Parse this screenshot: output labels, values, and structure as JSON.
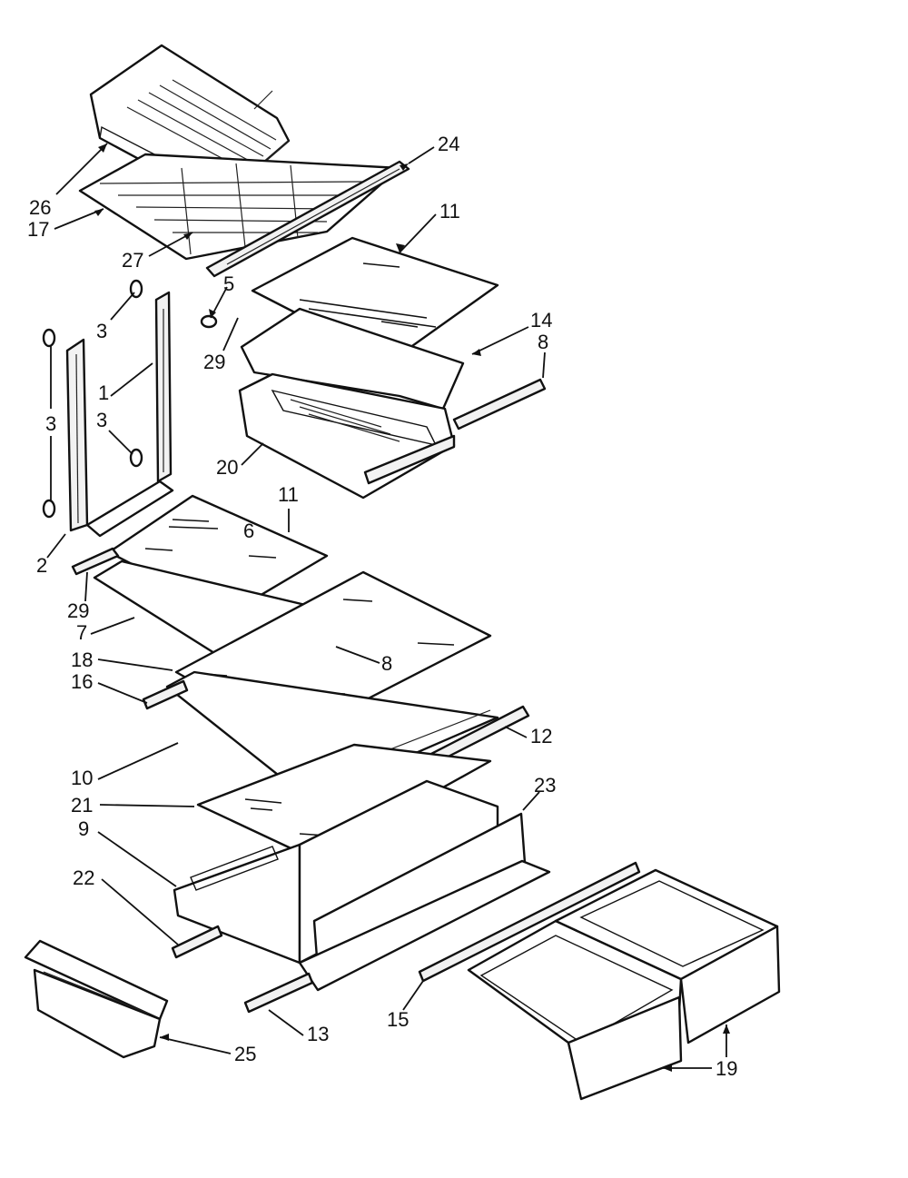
{
  "diagram": {
    "callouts": [
      "1",
      "2",
      "3",
      "3",
      "3",
      "5",
      "6",
      "7",
      "8",
      "8",
      "9",
      "10",
      "11",
      "11",
      "12",
      "13",
      "14",
      "15",
      "16",
      "17",
      "18",
      "19",
      "20",
      "21",
      "22",
      "23",
      "24",
      "25",
      "26",
      "27",
      "29",
      "29"
    ]
  }
}
